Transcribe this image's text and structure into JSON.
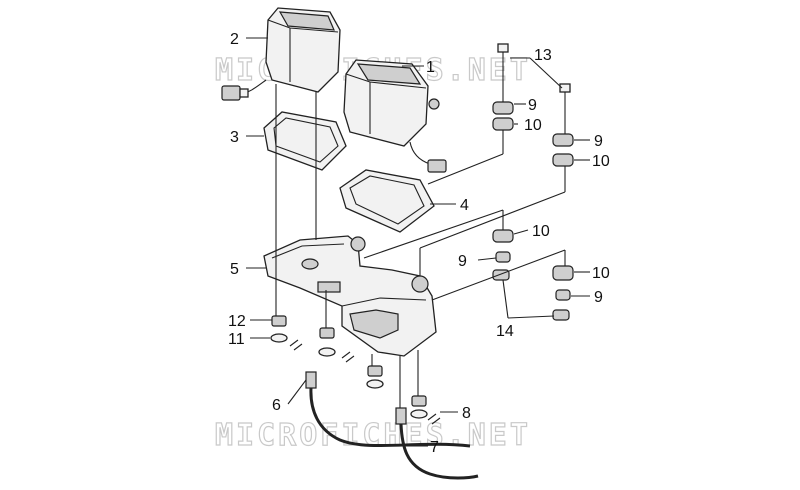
{
  "watermark": "MICROFICHES.NET",
  "callouts": {
    "c1": "1",
    "c2": "2",
    "c3": "3",
    "c4": "4",
    "c5": "5",
    "c6": "6",
    "c7": "7",
    "c8": "8",
    "c9a": "9",
    "c9b": "9",
    "c9c": "9",
    "c9d": "9",
    "c10a": "10",
    "c10b": "10",
    "c10c": "10",
    "c10d": "10",
    "c11": "11",
    "c12": "12",
    "c13": "13",
    "c14": "14"
  }
}
